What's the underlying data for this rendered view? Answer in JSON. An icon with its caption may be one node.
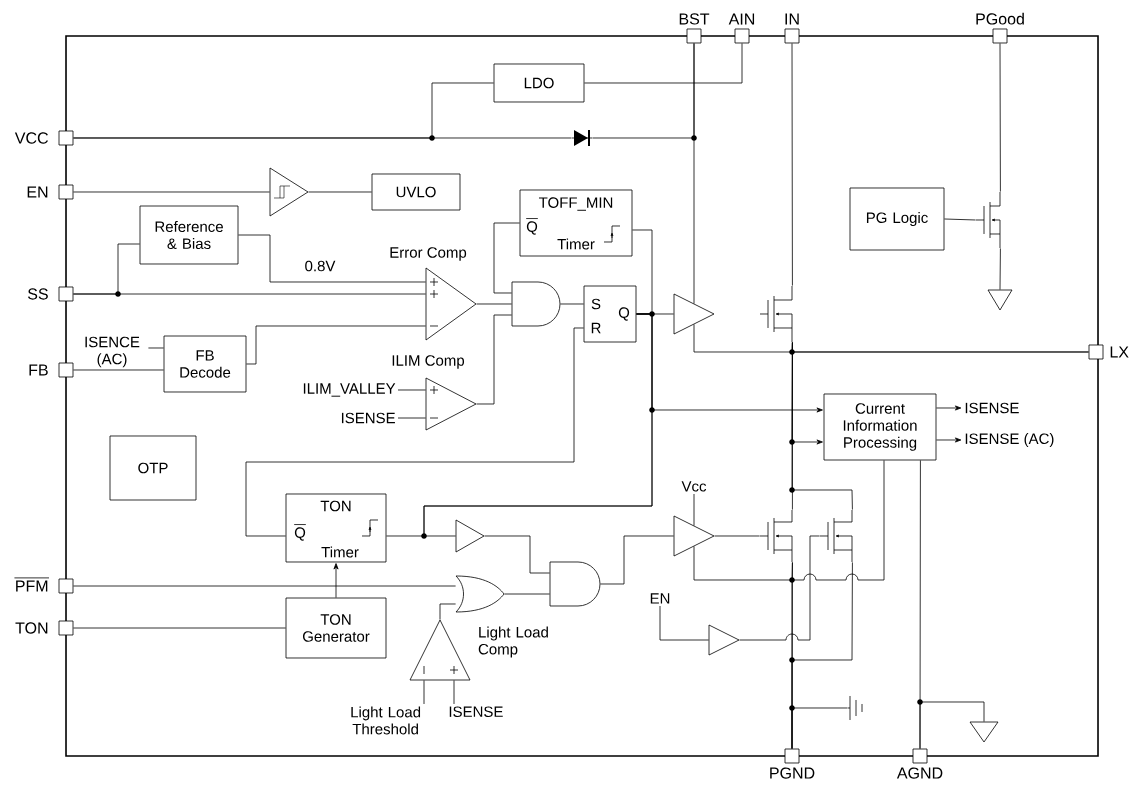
{
  "diagram": {
    "nodes": [
      {
        "text": [],
        "shape": "box",
        "beside": [
          "VCC"
        ]
      },
      {
        "text": [],
        "shape": "box",
        "beside": [
          "EN"
        ]
      },
      {
        "text": [],
        "shape": "box",
        "beside": [
          "SS"
        ]
      },
      {
        "text": [],
        "shape": "box",
        "beside": [
          "FB"
        ]
      },
      {
        "text": [],
        "shape": "box",
        "beside": [
          "PFM"
        ]
      },
      {
        "text": [],
        "shape": "box",
        "beside": [
          "TON"
        ]
      },
      {
        "text": [],
        "shape": "box",
        "beside": [
          "BST"
        ]
      },
      {
        "text": [],
        "shape": "box",
        "beside": [
          "AIN"
        ]
      },
      {
        "text": [],
        "shape": "box",
        "beside": [
          "IN"
        ]
      },
      {
        "text": [],
        "shape": "box",
        "beside": [
          "PGood"
        ]
      },
      {
        "text": [],
        "shape": "box",
        "beside": [
          "LX"
        ]
      },
      {
        "text": [],
        "shape": "box",
        "beside": [
          "PGND"
        ]
      },
      {
        "text": [],
        "shape": "box",
        "beside": [
          "AGND"
        ]
      },
      {
        "text": [
          "LDO"
        ]
      },
      {
        "text": [],
        "shape": "diode"
      },
      {
        "text": [],
        "shape": "triangle"
      },
      {
        "text": [
          "UVLO"
        ]
      },
      {
        "text": [
          "Reference & Bias"
        ]
      },
      {
        "text": [
          "TOFF_MIN",
          "Q",
          "Timer"
        ]
      },
      {
        "text": [],
        "shape": "triangle",
        "beside": [
          "Error Comp"
        ]
      },
      {
        "text": [],
        "shape": "and-gate"
      },
      {
        "text": [
          "S",
          "R",
          "Q"
        ]
      },
      {
        "text": [
          "FB Decode"
        ]
      },
      {
        "text": [],
        "shape": "triangle",
        "beside": [
          "ILIM Comp"
        ]
      },
      {
        "text": [],
        "shape": "triangle"
      },
      {
        "text": [],
        "shape": "transistor"
      },
      {
        "text": [
          "PG Logic"
        ]
      },
      {
        "text": [],
        "shape": "transistor"
      },
      {
        "text": [],
        "shape": "ground"
      },
      {
        "text": [
          "OTP"
        ]
      },
      {
        "text": [
          "Current Information Processing"
        ]
      },
      {
        "text": [
          "TON",
          "Q",
          "Timer"
        ]
      },
      {
        "text": [],
        "shape": "triangle"
      },
      {
        "text": [
          "TON Generator"
        ]
      },
      {
        "text": [],
        "shape": "or-gate"
      },
      {
        "text": [],
        "shape": "and-gate"
      },
      {
        "text": [],
        "shape": "triangle",
        "beside": [
          "Light Load Comp"
        ]
      },
      {
        "text": [],
        "shape": "triangle"
      },
      {
        "text": [],
        "shape": "transistor"
      },
      {
        "text": [],
        "shape": "transistor"
      },
      {
        "text": [],
        "shape": "triangle"
      },
      {
        "text": [],
        "shape": "ground"
      },
      {
        "text": [],
        "shape": "ground"
      },
      {
        "text": [
          "ISENCE (AC)"
        ]
      },
      {
        "text": [
          "ILIM_VALLEY"
        ]
      },
      {
        "text": [
          "ISENSE"
        ]
      },
      {
        "text": [
          "ISENSE"
        ]
      },
      {
        "text": [
          "ISENSE (AC)"
        ]
      },
      {
        "text": [
          "Light Load Threshold"
        ]
      },
      {
        "text": [
          "ISENSE"
        ]
      },
      {
        "text": [
          "EN"
        ]
      },
      {
        "text": [
          "Vcc"
        ]
      }
    ],
    "edges": [
      {
        "from": 0,
        "to": 14,
        "arrow": "none"
      },
      {
        "from": 0,
        "to": 13,
        "arrow": "none"
      },
      {
        "from": 13,
        "to": 7,
        "arrow": "none"
      },
      {
        "from": 14,
        "to": 6,
        "arrow": "none"
      },
      {
        "from": 6,
        "to": 24,
        "arrow": "none"
      },
      {
        "from": 24,
        "to": 10,
        "arrow": "none"
      },
      {
        "from": 8,
        "to": 25,
        "arrow": "none"
      },
      {
        "from": 25,
        "to": 10,
        "arrow": "none"
      },
      {
        "from": 21,
        "to": 24,
        "arrow": "none"
      },
      {
        "from": 25,
        "to": 38,
        "arrow": "none"
      },
      {
        "from": 25,
        "to": 39,
        "arrow": "none"
      },
      {
        "from": 25,
        "to": 30,
        "arrow": "to"
      },
      {
        "from": 21,
        "to": 30,
        "arrow": "to"
      },
      {
        "from": 21,
        "to": 18,
        "arrow": "none"
      },
      {
        "from": 21,
        "to": 31,
        "arrow": "none"
      },
      {
        "from": 21,
        "to": 32,
        "arrow": "none"
      },
      {
        "from": 31,
        "to": 21,
        "arrow": "none"
      },
      {
        "from": 18,
        "to": 20,
        "arrow": "none"
      },
      {
        "from": 19,
        "to": 20,
        "arrow": "none"
      },
      {
        "from": 23,
        "to": 20,
        "arrow": "none"
      },
      {
        "from": 20,
        "to": 21,
        "arrow": "none"
      },
      {
        "from": 17,
        "to": 19,
        "arrow": "none",
        "label": "0.8V"
      },
      {
        "from": 2,
        "to": 19,
        "arrow": "none"
      },
      {
        "from": 2,
        "to": 17,
        "arrow": "none"
      },
      {
        "from": 22,
        "to": 19,
        "arrow": "none"
      },
      {
        "from": 3,
        "to": 22,
        "arrow": "none"
      },
      {
        "from": 43,
        "to": 22,
        "arrow": "none"
      },
      {
        "from": 44,
        "to": 23,
        "arrow": "none"
      },
      {
        "from": 45,
        "to": 23,
        "arrow": "none"
      },
      {
        "from": 1,
        "to": 15,
        "arrow": "none"
      },
      {
        "from": 15,
        "to": 16,
        "arrow": "none"
      },
      {
        "from": 30,
        "to": 46,
        "arrow": "to"
      },
      {
        "from": 30,
        "to": 47,
        "arrow": "to"
      },
      {
        "from": 30,
        "to": 12,
        "arrow": "none"
      },
      {
        "from": 12,
        "to": 42,
        "arrow": "none"
      },
      {
        "from": 30,
        "to": 38,
        "arrow": "none"
      },
      {
        "from": 37,
        "to": 38,
        "arrow": "none"
      },
      {
        "from": 37,
        "to": 11,
        "arrow": "none"
      },
      {
        "from": 38,
        "to": 11,
        "arrow": "none"
      },
      {
        "from": 39,
        "to": 11,
        "arrow": "none"
      },
      {
        "from": 11,
        "to": 41,
        "arrow": "none"
      },
      {
        "from": 35,
        "to": 37,
        "arrow": "none"
      },
      {
        "from": 32,
        "to": 35,
        "arrow": "none"
      },
      {
        "from": 34,
        "to": 35,
        "arrow": "none"
      },
      {
        "from": 4,
        "to": 34,
        "arrow": "none"
      },
      {
        "from": 36,
        "to": 34,
        "arrow": "none"
      },
      {
        "from": 48,
        "to": 36,
        "arrow": "none"
      },
      {
        "from": 49,
        "to": 36,
        "arrow": "none"
      },
      {
        "from": 5,
        "to": 33,
        "arrow": "none"
      },
      {
        "from": 33,
        "to": 31,
        "arrow": "to"
      },
      {
        "from": 50,
        "to": 40,
        "arrow": "none"
      },
      {
        "from": 40,
        "to": 39,
        "arrow": "none"
      },
      {
        "from": 26,
        "to": 27,
        "arrow": "none"
      },
      {
        "from": 27,
        "to": 9,
        "arrow": "none"
      },
      {
        "from": 27,
        "to": 28,
        "arrow": "none"
      },
      {
        "from": 51,
        "to": 37,
        "arrow": "none"
      }
    ]
  }
}
